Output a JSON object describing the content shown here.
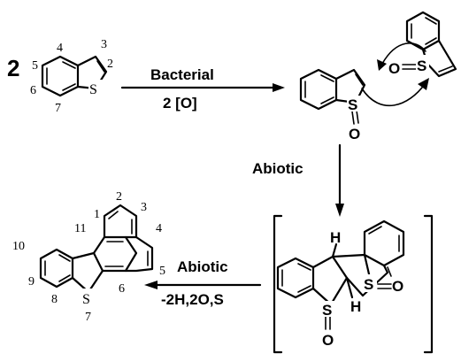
{
  "reactant": {
    "coefficient": "2",
    "sulfur": "S",
    "numbers": [
      "2",
      "3",
      "4",
      "5",
      "6",
      "7"
    ]
  },
  "step1": {
    "label_top": "Bacterial",
    "label_bottom": "2  [O]"
  },
  "sulfoxide": {
    "sulfur": "S",
    "oxygen": "O"
  },
  "dimer_partner": {
    "oxygen": "O",
    "sulfur": "S"
  },
  "step2": {
    "label": "Abiotic"
  },
  "adduct": {
    "hydrogen_top": "H",
    "hydrogen_bottom": "H",
    "bridge_sulfur": "S",
    "bridge_oxygen": "O",
    "sulfur": "S",
    "oxygen": "O"
  },
  "step3": {
    "label_top": "Abiotic",
    "label_bottom": "-2H,2O,S"
  },
  "product": {
    "sulfur": "S",
    "numbers": [
      "1",
      "2",
      "3",
      "4",
      "5",
      "6",
      "7",
      "8",
      "9",
      "10",
      "11"
    ]
  }
}
